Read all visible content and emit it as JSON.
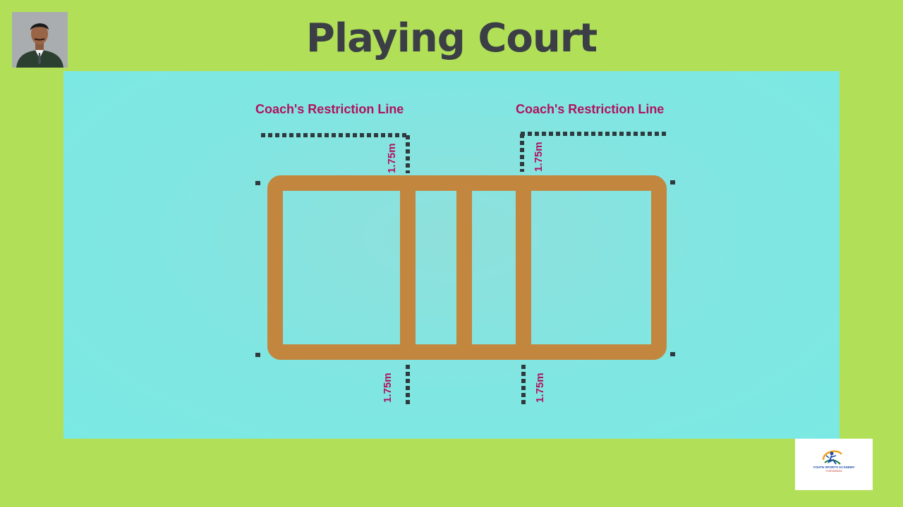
{
  "header": {
    "title": "Playing Court"
  },
  "presenter": {
    "photo_icon": "person-photo-icon"
  },
  "diagram": {
    "restriction_label_left": "Coach's Restriction Line",
    "restriction_label_right": "Coach's Restriction Line",
    "distance_top_left": "1.75m",
    "distance_top_right": "1.75m",
    "distance_bottom_left": "1.75m",
    "distance_bottom_right": "1.75m"
  },
  "logo": {
    "line1": "YOUTH SPORTS ACADEMY",
    "line2": "VIJAYAWADA"
  },
  "colors": {
    "background": "#b1e058",
    "panel": "#80e6e2",
    "court_lines": "#c2863f",
    "label_text": "#b0125e",
    "restriction_line": "#2f3a3f",
    "title": "#3b3f45"
  }
}
